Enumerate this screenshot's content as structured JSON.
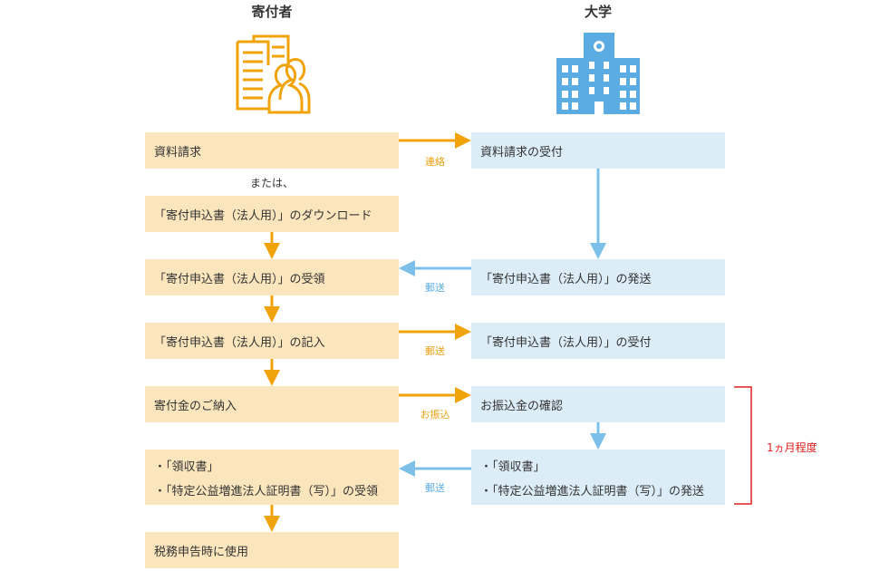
{
  "columns": {
    "donor": "寄付者",
    "university": "大学"
  },
  "left_steps": {
    "request": "資料請求",
    "or_text": "または、",
    "download": "「寄付申込書（法人用）」のダウンロード",
    "receive_form": "「寄付申込書（法人用）」の受領",
    "fill_form": "「寄付申込書（法人用）」の記入",
    "payment": "寄付金のご納入",
    "receipt_line1": "・「領収書」",
    "receipt_line2": "・「特定公益増進法人証明書（写）」の受領",
    "tax_use": "税務申告時に使用"
  },
  "right_steps": {
    "request_accept": "資料請求の受付",
    "send_form": "「寄付申込書（法人用）」の発送",
    "form_accept": "「寄付申込書（法人用）」の受付",
    "payment_check": "お振込金の確認",
    "send_line1": "・「領収書」",
    "send_line2": "・「特定公益増進法人証明書（写）」の発送"
  },
  "connectors": {
    "contact": "連絡",
    "mail_1": "郵送",
    "mail_2": "郵送",
    "transfer": "お振込",
    "mail_3": "郵送"
  },
  "period_label": "1ヵ月程度",
  "colors": {
    "donor_box": "#fbe5bd",
    "university_box": "#dcedf8",
    "donor_arrow": "#f0a30a",
    "university_arrow": "#7cc0ea",
    "donor_icon": "#f0a30a",
    "university_icon": "#5aace3",
    "bracket": "#e0211e"
  },
  "icons": {
    "donor": "office-building-people-icon",
    "university": "university-building-icon"
  }
}
